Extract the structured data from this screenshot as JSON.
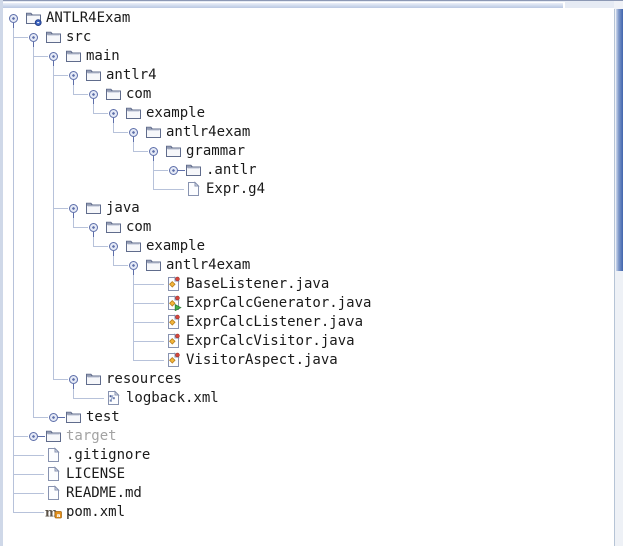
{
  "colors": {
    "tree_line": "#b7c2da",
    "knob": "#5d6ea9",
    "text": "#1a1a1a",
    "muted_text": "#a3a3a3",
    "vscroll_thumb": "#4165ae",
    "hscroll_thumb": "#c3cfe7",
    "panel_border": "#cfd8e8",
    "java_diamond": "#f2b63c",
    "java_dot": "#d6453c",
    "run_badge": "#43b14b",
    "maven_accent": "#e2901e",
    "root_badge": "#3e66c4"
  },
  "tree": {
    "rows": [
      {
        "label": "ANTLR4Exam",
        "level": 0,
        "icon": "folder-project",
        "expander": "expanded"
      },
      {
        "label": "src",
        "level": 1,
        "icon": "folder",
        "expander": "expanded"
      },
      {
        "label": "main",
        "level": 2,
        "icon": "folder",
        "expander": "expanded"
      },
      {
        "label": "antlr4",
        "level": 3,
        "icon": "folder",
        "expander": "expanded"
      },
      {
        "label": "com",
        "level": 4,
        "icon": "folder",
        "expander": "expanded"
      },
      {
        "label": "example",
        "level": 5,
        "icon": "folder",
        "expander": "expanded"
      },
      {
        "label": "antlr4exam",
        "level": 6,
        "icon": "folder",
        "expander": "expanded"
      },
      {
        "label": "grammar",
        "level": 7,
        "icon": "folder",
        "expander": "expanded"
      },
      {
        "label": ".antlr",
        "level": 8,
        "icon": "folder",
        "expander": "collapsed"
      },
      {
        "label": "Expr.g4",
        "level": 8,
        "icon": "file",
        "expander": "none"
      },
      {
        "label": "java",
        "level": 3,
        "icon": "folder",
        "expander": "expanded"
      },
      {
        "label": "com",
        "level": 4,
        "icon": "folder",
        "expander": "expanded"
      },
      {
        "label": "example",
        "level": 5,
        "icon": "folder",
        "expander": "expanded"
      },
      {
        "label": "antlr4exam",
        "level": 6,
        "icon": "folder",
        "expander": "expanded"
      },
      {
        "label": "BaseListener.java",
        "level": 7,
        "icon": "java-class",
        "expander": "none"
      },
      {
        "label": "ExprCalcGenerator.java",
        "level": 7,
        "icon": "java-class-run",
        "expander": "none"
      },
      {
        "label": "ExprCalcListener.java",
        "level": 7,
        "icon": "java-class",
        "expander": "none"
      },
      {
        "label": "ExprCalcVisitor.java",
        "level": 7,
        "icon": "java-class",
        "expander": "none"
      },
      {
        "label": "VisitorAspect.java",
        "level": 7,
        "icon": "java-class",
        "expander": "none"
      },
      {
        "label": "resources",
        "level": 3,
        "icon": "folder",
        "expander": "expanded"
      },
      {
        "label": "logback.xml",
        "level": 4,
        "icon": "xml-file",
        "expander": "none"
      },
      {
        "label": "test",
        "level": 2,
        "icon": "folder",
        "expander": "collapsed"
      },
      {
        "label": "target",
        "level": 1,
        "icon": "folder",
        "expander": "collapsed",
        "muted": true
      },
      {
        "label": ".gitignore",
        "level": 1,
        "icon": "file",
        "expander": "none"
      },
      {
        "label": "LICENSE",
        "level": 1,
        "icon": "file",
        "expander": "none"
      },
      {
        "label": "README.md",
        "level": 1,
        "icon": "file",
        "expander": "none"
      },
      {
        "label": "pom.xml",
        "level": 1,
        "icon": "maven",
        "expander": "none"
      }
    ]
  }
}
